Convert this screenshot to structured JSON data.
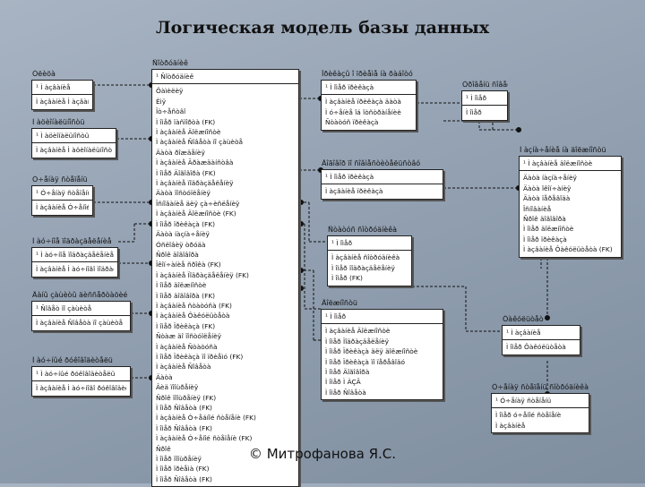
{
  "title": "Логическая модель базы данных",
  "footer": "© Митрофанова Я.С.",
  "entities": [
    {
      "name": "Óëèöà",
      "key": [
        "¹  Ì àçâàíèå"
      ],
      "attrs": [
        "Ì àçâàíèå Ì àçâàíèå"
      ]
    },
    {
      "name": "Ì àöèîíàëüíîñòü",
      "key": [
        "¹  Ì àöèîíàëüíîñòü"
      ],
      "attrs": [
        "Ì àçâàíèå Ì àöèîíàëüíîñòè"
      ]
    },
    {
      "name": "Ó÷åíàÿ ñòåïåíü",
      "key": [
        "¹  Ó÷åíàÿ ñòåïåíü"
      ],
      "attrs": [
        "Ì àçâàíèå Ó÷åíîé ñòåïåíè"
      ]
    },
    {
      "name": "Ì àó÷íîå ïîäðàçäåëåíèå",
      "key": [
        "¹  Ì àó÷íîå ïîäðàçäåëåíèå"
      ],
      "attrs": [
        "Ì àçâàíèå Ì àó÷íîãî ïîäðàçäåëåíèÿ"
      ]
    },
    {
      "name": "Äàíû çàùèòû äèññåðòàöèé",
      "key": [
        "¹  Ñîâåò ïî çàùèòå"
      ],
      "attrs": [
        "Ì àçâàíèå Ñîâåòà ïî çàùèòå"
      ]
    },
    {
      "name": "Ì àó÷íûé ðóêîâîäèòåëü",
      "key": [
        "¹  Ì àó÷íûé ðóêîâîäèòåëü"
      ],
      "attrs": [
        "Ì àçâàíèå Ì àó÷íîãî ðóêîâîäèòåëÿ"
      ]
    },
    {
      "name": "Ñîòðóäíèê",
      "key": [
        "¹  Ñîòðóäíèê"
      ],
      "attrs": [
        "Ôàìèëèÿ",
        "Èìÿ",
        "Îò÷åñòâî",
        "Ì îìåð ïàñïîðòà (FK)",
        "Ì àçâàíèå Äîëæíîñòè",
        "Ì àçâàíèå Ñîâåòà ïî çàùèòå",
        "Äàòà ðîæäåíèÿ",
        "Ì àçâàíèå Ãðàæäàíñòâà",
        "Ì îìåð Äîãîâîðà (FK)",
        "Ì àçâàíèå ïîäðàçäåëåíèÿ",
        "Äàòà ïîñòóïëåíèÿ",
        "Îñíîâàíèå äëÿ çà÷èñëåíèÿ",
        "Ì àçâàíèå Äîëæíîñòè (FK)",
        "Ì îìåð ïðèêàçà (FK)",
        "Äàòà íàçíà÷åíèÿ",
        "Óñëîâèÿ òðóäà",
        "Ñðîê äîãîâîðà",
        "Îêîí÷àíèå ñðîêà (FK)",
        "Ì àçâàíèå Ïîäðàçäåëåíèÿ (FK)",
        "Ì îìåð äîëæíîñòè",
        "Ì îìåð äîãîâîðà (FK)",
        "Ì àçâàíèå ñòàòóñà (FK)",
        "Ì àçâàíèå Ôàêóëüòåòà",
        "Ì îìåð Ïðèêàçà (FK)",
        "Ñòàæ äî ïîñòóïëåíèÿ",
        "Ì àçâàíèå Ñòàòóñà",
        "Ì îìåð Ïðèêàçà ïî ïðèåìó (FK)",
        "Ì àçâàíèå Ñîâåòà",
        "Äàòà",
        "Âèä ïîîùðåíèÿ",
        "Ñðîê ïîîùðåíèÿ (FK)",
        "Ì îìåð Ñîâåòà (FK)",
        "Ì àçâàíèå Ó÷åáíîé ñòåïåíè (FK)",
        "Ì îìåð Ñîâåòà (FK)",
        "Ì àçâàíèå Ó÷åíîé ñòåïåíè (FK)",
        "Ñðîê",
        "Ì îìåð ïîîùðåíèÿ",
        "Ì îìåð ïðèåìà (FK)",
        "Ì îìåð Ñîâåòà (FK)"
      ]
    },
    {
      "name": "Ïðèêàçû î ïðèåìå íà ðàáîòó",
      "key": [
        "¹  Ì îìåð ïðèêàçà"
      ],
      "attrs": [
        "Ì àçâàíèå ïðèêàçà äàòà",
        "Ì ó÷åíèå îá îòñòðàíåíèè",
        "Ñòàòóñ ïðèêàçà"
      ]
    },
    {
      "name": "Óðîâåíü ñîâåòà",
      "key": [
        "¹  Ì îìåð"
      ],
      "attrs": [
        "Ì îìåð"
      ]
    },
    {
      "name": "Äîãîâîð ïî ñîâìåñòèòåëüñòâó",
      "key": [
        "¹  Ì îìåð ïðèêàçà"
      ],
      "attrs": [
        "Ì àçâàíèå ïðèêàçà"
      ]
    },
    {
      "name": "Ì àçíà÷åíèå íà äîëæíîñòü",
      "key": [
        "¹  Ì àçâàíèå äîëæíîñòè"
      ],
      "attrs": [
        "Äàòà íàçíà÷åíèÿ",
        "Äàòà îêîí÷àíèÿ",
        "Äàòà ïåðåâîäà",
        "Îñíîâàíèå",
        "Ñðîê äîãîâîðà",
        "Ì îìåð äîëæíîñòè",
        "Ì îìåð ïðèêàçà",
        "Ì àçâàíèå Ôàêóëüòåòà (FK)"
      ]
    },
    {
      "name": "Ñòàòóñ ñîòðóäíèêà",
      "key": [
        "¹  Ì îìåð"
      ],
      "attrs": [
        "Ì àçâàíèå ñîòðóäíèêà",
        "Ì îìåð ïîäðàçäåëåíèÿ",
        "Ì îìåð (FK)"
      ]
    },
    {
      "name": "Äîëæíîñòü",
      "key": [
        "¹  Ì îìåð"
      ],
      "attrs": [
        "Ì àçâàíèå Äîëæíîñòè",
        "Ì îìåð Ïîäðàçäåëåíèÿ",
        "Ì îìåð Ïðèêàçà äëÿ äîëæíîñòè",
        "Ì îìåð Ïðèêàçà ïî ïåðåâîäó",
        "Ì îìåð Äîãîâîðà",
        "Ì îìåð Ì ÀÇÂ",
        "Ì îìåð Ñîâåòà"
      ]
    },
    {
      "name": "Ôàêóëüòåò",
      "key": [
        "¹  Ì àçâàíèå"
      ],
      "attrs": [
        "Ì îìåð Ôàêóëüòåòà"
      ]
    },
    {
      "name": "Ó÷åíàÿ ñòåïåíü ñîòðóäíèêà",
      "key": [
        "¹  Ó÷åíàÿ ñòåïåíü"
      ],
      "attrs": [
        "Ì îìåð ó÷åíîé ñòåïåíè",
        "Ì àçâàíèå"
      ]
    }
  ]
}
